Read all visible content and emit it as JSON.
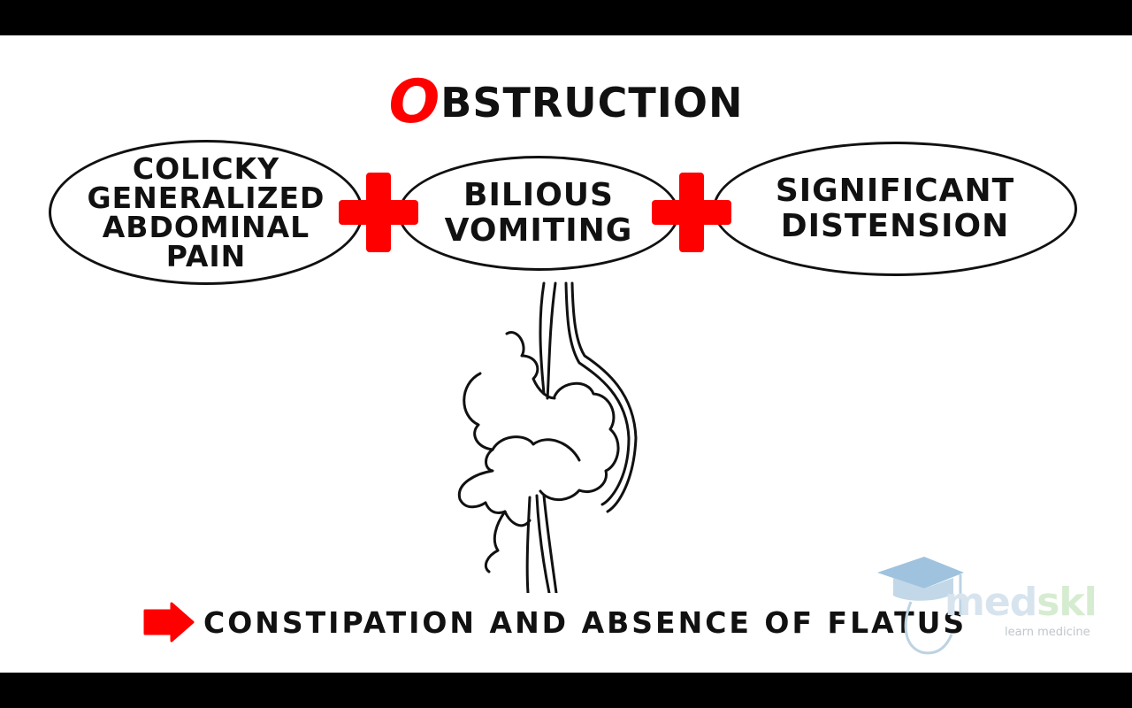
{
  "title": {
    "first_letter": "O",
    "rest": "BSTRUCTION"
  },
  "symptoms": [
    {
      "label": "COLICKY\nGENERALIZED\nABDOMINAL\nPAIN"
    },
    {
      "label": "BILIOUS\nVOMITING"
    },
    {
      "label": "SIGNIFICANT\nDISTENSION"
    }
  ],
  "connector_icon": "plus-icon",
  "bottom": {
    "icon": "arrow-right-icon",
    "text": "CONSTIPATION AND ABSENCE OF FLATUS"
  },
  "logo": {
    "word_main": "med",
    "word_accent": "skl",
    "tagline": "learn medicine"
  },
  "colors": {
    "accent": "#ff0000",
    "ink": "#111111",
    "background": "#ffffff"
  }
}
